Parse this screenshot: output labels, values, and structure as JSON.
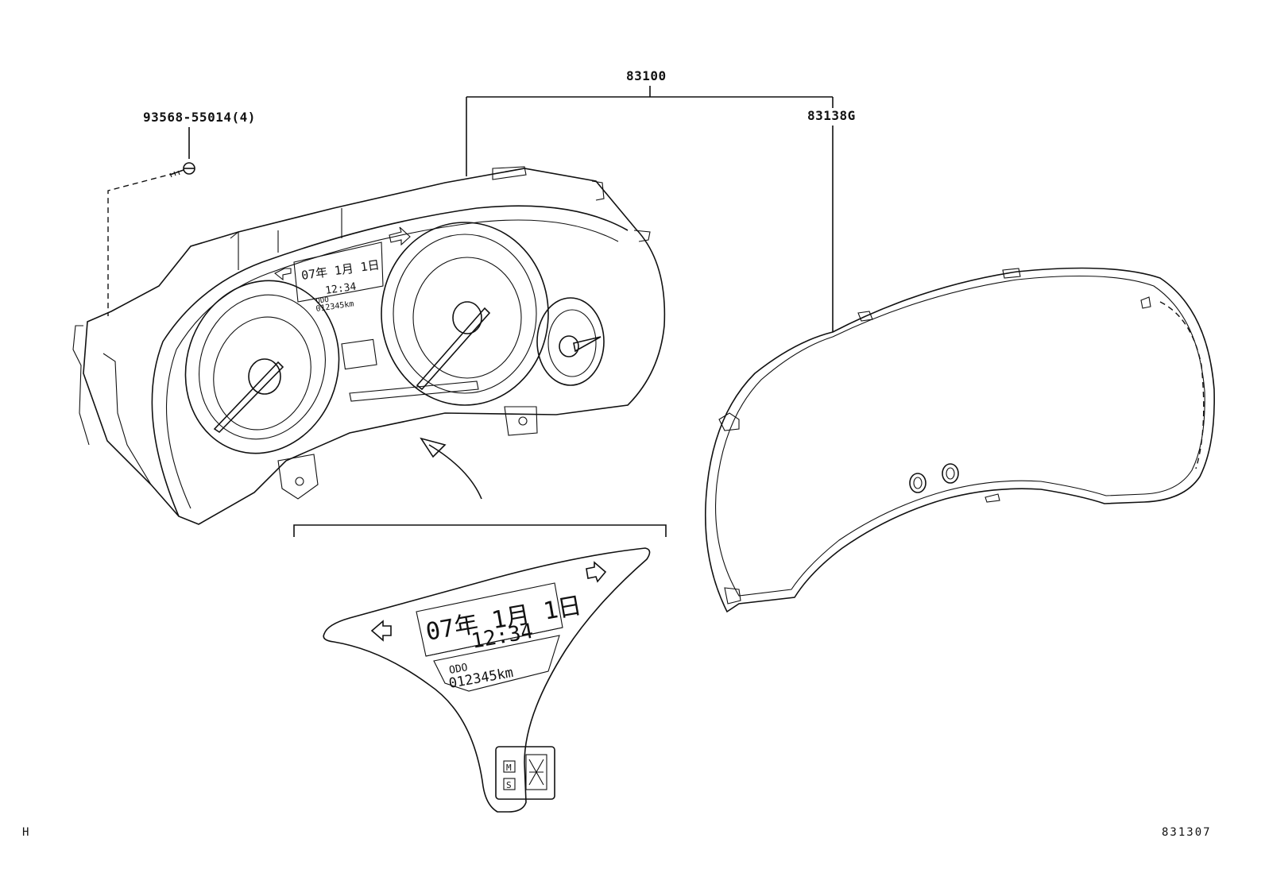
{
  "labels": {
    "assembly": "83100",
    "lens": "83138G",
    "screw": "93568-55014(4)",
    "corner_left": "H",
    "corner_right": "831307"
  },
  "display": {
    "date": "07年 1月 1日",
    "time": "12:34",
    "odo_label": "ODO",
    "odo_value": "012345km",
    "mode_m": "M",
    "mode_s": "S"
  }
}
